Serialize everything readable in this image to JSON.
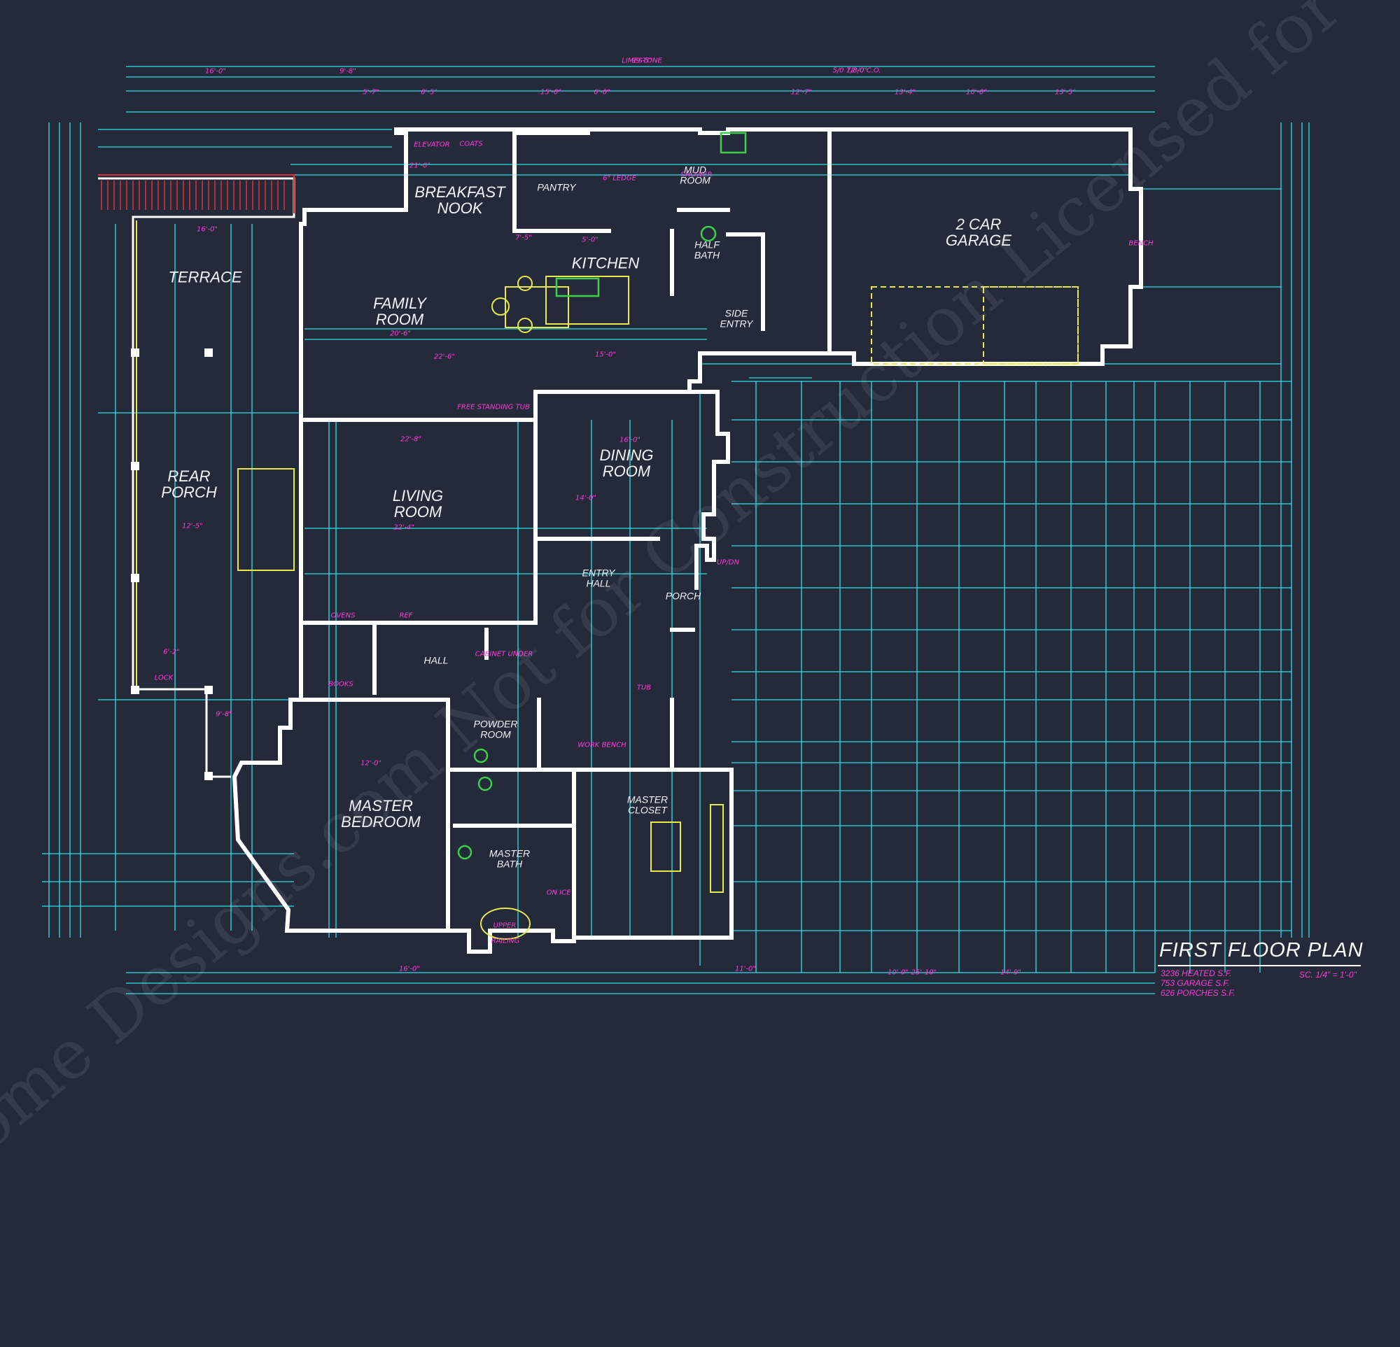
{
  "plan": {
    "colors": {
      "background": "#242a3a",
      "walls": "#ffffff",
      "dimension_lines": "#2fe0e8",
      "dimension_text": "#ff3ad8",
      "fixtures": "#e8e84a",
      "accent_red": "#e03030",
      "accent_green": "#3ad04a"
    },
    "rooms": [
      {
        "key": "terrace",
        "label": "TERRACE"
      },
      {
        "key": "rear_porch",
        "label": "REAR\nPORCH"
      },
      {
        "key": "breakfast_nook",
        "label": "BREAKFAST\nNOOK"
      },
      {
        "key": "pantry",
        "label": "PANTRY"
      },
      {
        "key": "kitchen",
        "label": "KITCHEN"
      },
      {
        "key": "family_room",
        "label": "FAMILY\nROOM"
      },
      {
        "key": "mud_room",
        "label": "MUD\nROOM"
      },
      {
        "key": "half_bath",
        "label": "HALF\nBATH"
      },
      {
        "key": "side_entry",
        "label": "SIDE\nENTRY"
      },
      {
        "key": "garage",
        "label": "2 CAR\nGARAGE"
      },
      {
        "key": "dining_room",
        "label": "DINING\nROOM"
      },
      {
        "key": "living_room",
        "label": "LIVING\nROOM"
      },
      {
        "key": "entry_hall",
        "label": "ENTRY\nHALL"
      },
      {
        "key": "porch",
        "label": "PORCH"
      },
      {
        "key": "hall",
        "label": "HALL"
      },
      {
        "key": "powder_room",
        "label": "POWDER\nROOM"
      },
      {
        "key": "master_bedroom",
        "label": "MASTER\nBEDROOM"
      },
      {
        "key": "master_closet",
        "label": "MASTER\nCLOSET"
      },
      {
        "key": "master_bath",
        "label": "MASTER\nBATH"
      }
    ],
    "labels_magenta": [
      "99'-5\"",
      "72'-0\"",
      "16'-0\"",
      "9'-8\"",
      "12'-7\"",
      "13'-4\"",
      "10'-0\"",
      "13'-5\"",
      "6'-5\"",
      "15'-0\"",
      "6'-0\"",
      "5'-7\"",
      "22'-6\"",
      "20'-6\"",
      "15'-0\"",
      "21'-0\"",
      "16'-0\"",
      "14'-0\"",
      "22'-8\"",
      "22'-4\"",
      "12'-5\"",
      "6'-2\"",
      "16'-0\"",
      "9'-8\"",
      "12'-0\"",
      "16'-0\"",
      "10'-0\"",
      "14'-9\"",
      "25'-10\"",
      "11'-0\"",
      "7'-5\"",
      "5'-0\"",
      "OVENS",
      "REF",
      "BOOKS",
      "CABINET UNDER",
      "ELEVATOR",
      "COATS",
      "6\" LEDGE",
      "BENCH",
      "LOCK",
      "WORK BENCH",
      "RAILING",
      "ON ICE",
      "TUB",
      "SHOWER",
      "UPPER",
      "UP/DN",
      "FREE STANDING TUB",
      "LIMESTONE",
      "5/0 1/8/0 C.O."
    ],
    "title": "FIRST FLOOR PLAN",
    "stats": [
      "3236 HEATED S.F.",
      "753 GARAGE S.F.",
      "626 PORCHES S.F."
    ],
    "scale": "SC. 1/4\" = 1'-0\"",
    "watermark": "© ML Home Designs.com\nNot for Construction\nLicensed for Estimation"
  }
}
